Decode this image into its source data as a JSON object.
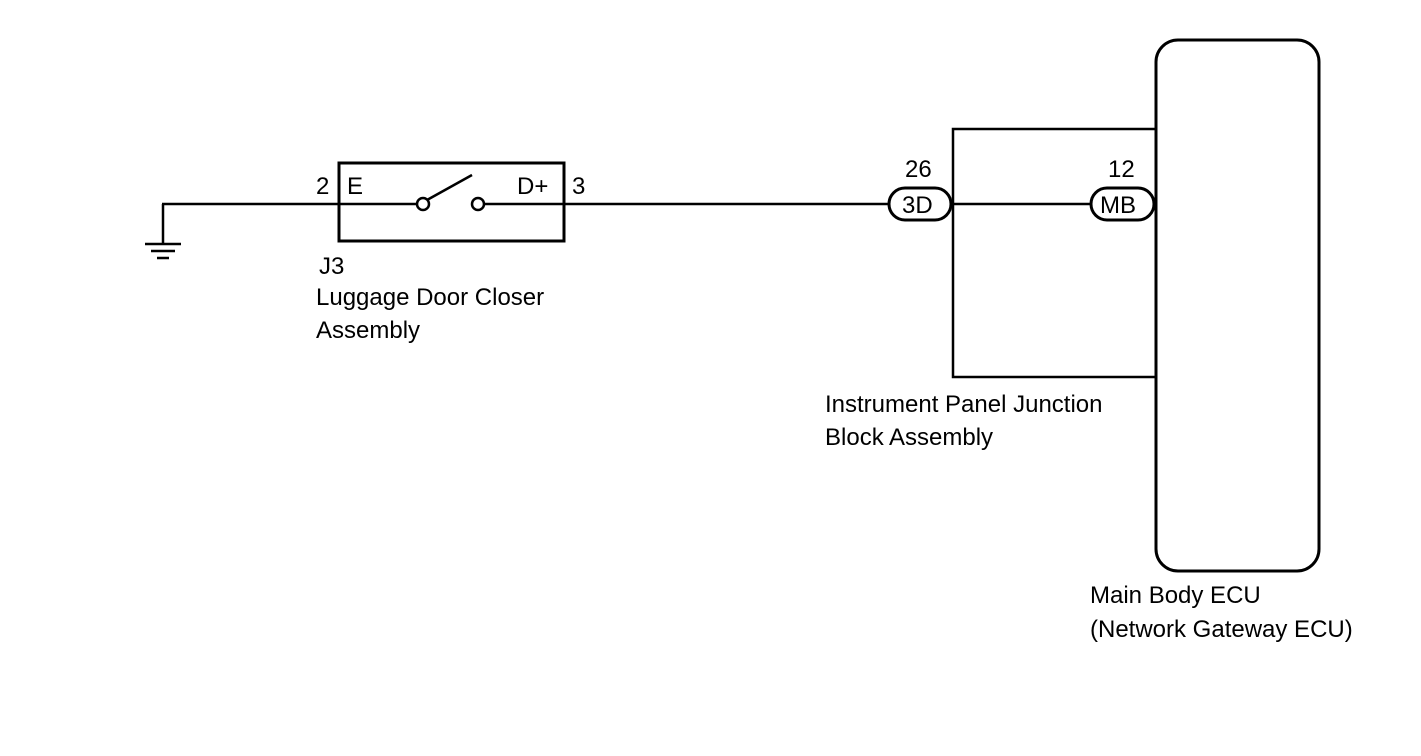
{
  "ground": {
    "icon": "ground-icon"
  },
  "luggage_door_closer": {
    "connector_id": "J3",
    "name_line1": "Luggage Door Closer",
    "name_line2": "Assembly",
    "pin_left_number": "2",
    "pin_left_name": "E",
    "pin_right_number": "3",
    "pin_right_name": "D+",
    "switch_icon": "switch-open-icon"
  },
  "junction_block": {
    "name_line1": "Instrument Panel Junction",
    "name_line2": "Block Assembly",
    "connector_label": "3D",
    "connector_pin": "26"
  },
  "main_body_ecu": {
    "name_line1": "Main Body ECU",
    "name_line2": "(Network Gateway ECU)",
    "connector_label": "MB",
    "connector_pin": "12"
  }
}
